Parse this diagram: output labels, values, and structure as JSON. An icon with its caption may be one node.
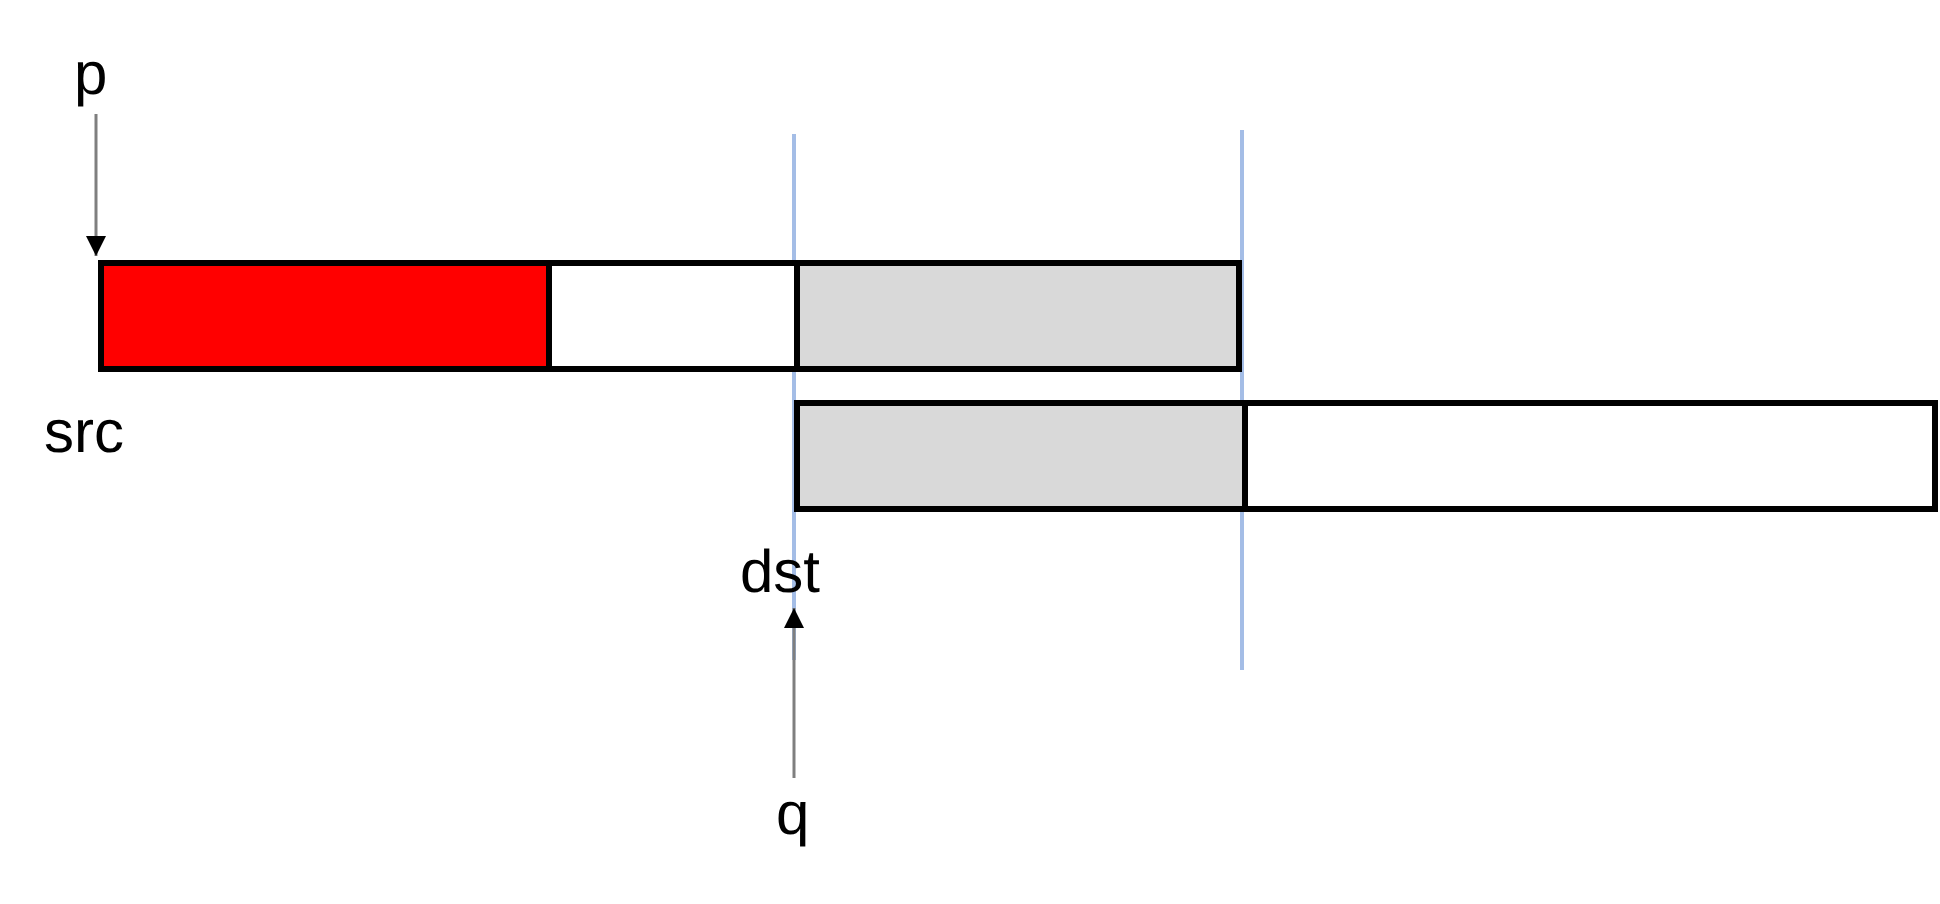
{
  "diagram": {
    "nodes": [
      {
        "text": [
          "p"
        ]
      },
      {
        "text": [],
        "shape": "box",
        "beside": [
          "src"
        ]
      },
      {
        "text": [],
        "shape": "box",
        "in": 1
      },
      {
        "text": [],
        "shape": "box",
        "in": 1
      },
      {
        "text": [],
        "shape": "box"
      },
      {
        "text": [],
        "shape": "box",
        "in": 4
      },
      {
        "text": [
          "dst"
        ]
      },
      {
        "text": [
          "q"
        ]
      }
    ],
    "edges": [
      {
        "from": 0,
        "to": 1,
        "arrow": "to"
      },
      {
        "from": 7,
        "to": 6,
        "arrow": "to"
      }
    ]
  }
}
